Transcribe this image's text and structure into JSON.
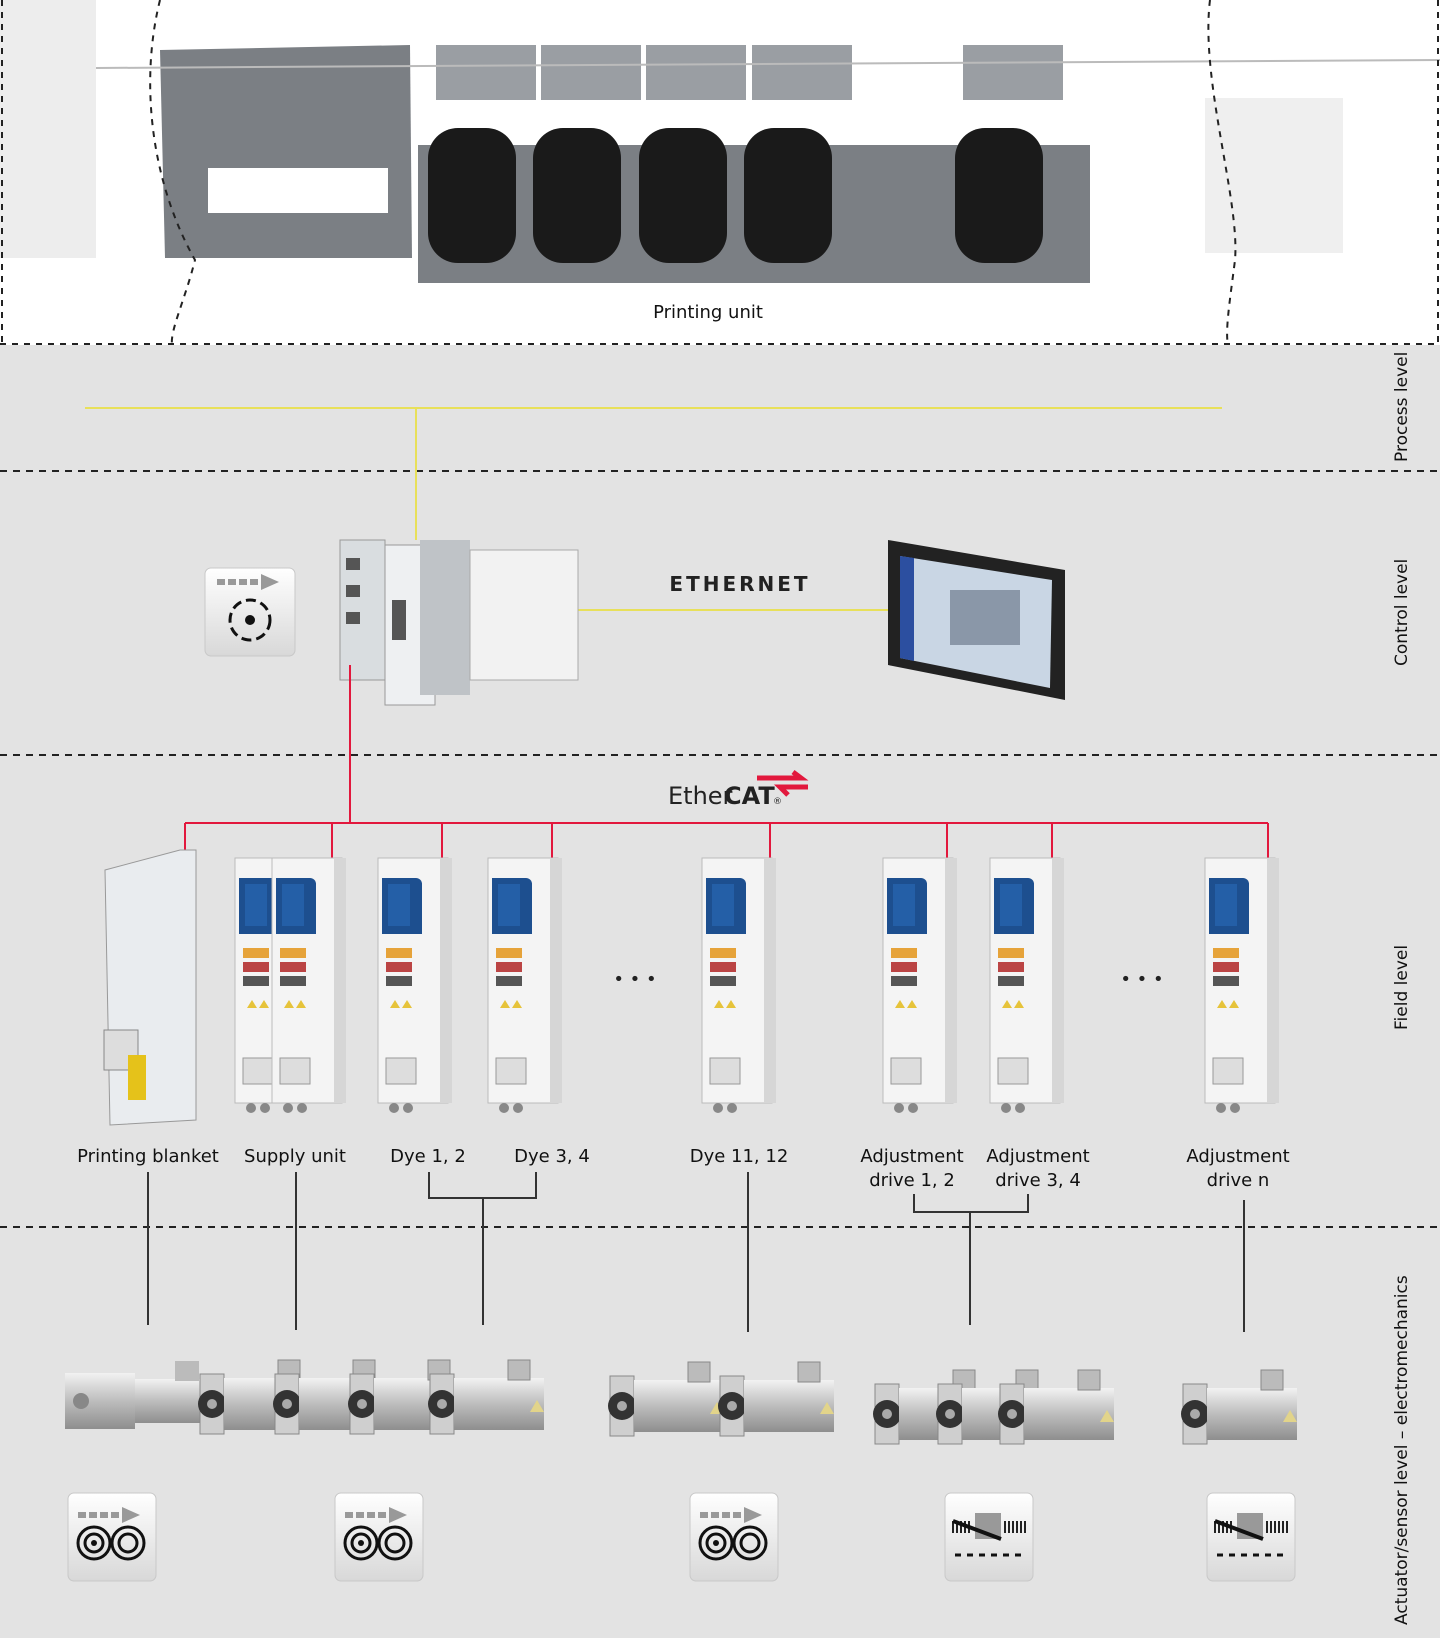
{
  "machine": {
    "label": "Printing unit"
  },
  "levels": {
    "process": "Process level",
    "control": "Control level",
    "field": "Field level",
    "actuator": "Actuator/sensor level – electromechanics"
  },
  "networks": {
    "ethernet": "ETHERNET",
    "ethercat_a": "Ether",
    "ethercat_b": "CAT",
    "ethercat_reg": "®"
  },
  "colors": {
    "ethernet": "#e8e05a",
    "ethercat": "#e2183d",
    "background": "#e3e3e3"
  },
  "drives": [
    {
      "line1": "Printing blanket",
      "line2": ""
    },
    {
      "line1": "Supply unit",
      "line2": ""
    },
    {
      "line1": "Dye 1, 2",
      "line2": ""
    },
    {
      "line1": "Dye 3, 4",
      "line2": ""
    },
    {
      "line1": "Dye 11, 12",
      "line2": ""
    },
    {
      "line1": "Adjustment",
      "line2": "drive 1, 2"
    },
    {
      "line1": "Adjustment",
      "line2": "drive 3, 4"
    },
    {
      "line1": "Adjustment",
      "line2": "drive n"
    }
  ],
  "ellipsis": "• • •",
  "function_icons": [
    "winding-icon",
    "winding-icon",
    "winding-icon",
    "traversing-icon",
    "traversing-icon"
  ]
}
